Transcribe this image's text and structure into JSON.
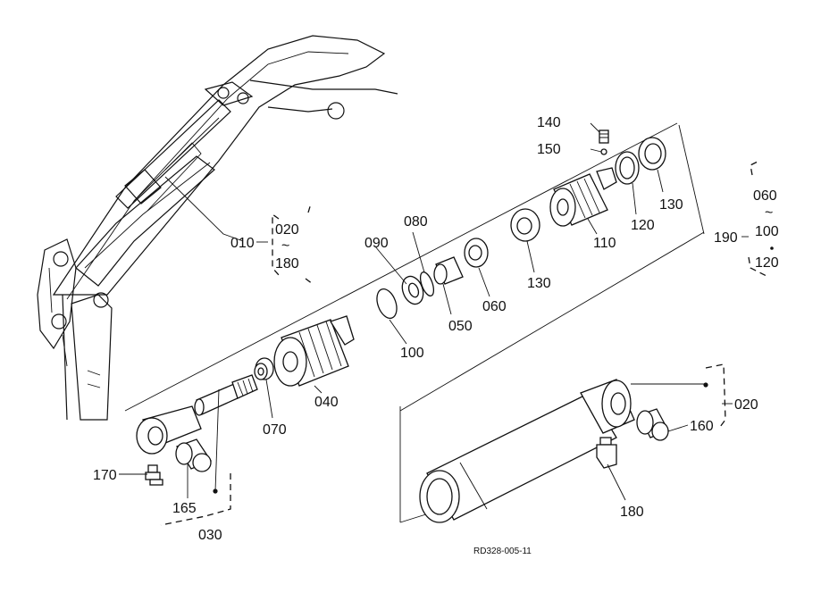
{
  "parts": {
    "p010": "010",
    "p020a": "020",
    "tilde_a": "~",
    "p180a": "180",
    "p030": "030",
    "p040": "040",
    "p050": "050",
    "p060a": "060",
    "p070": "070",
    "p080": "080",
    "p090": "090",
    "p100a": "100",
    "p110": "110",
    "p120a": "120",
    "p130a": "130",
    "p130b": "130",
    "p140": "140",
    "p150": "150",
    "p160": "160",
    "p165": "165",
    "p170": "170",
    "p180b": "180",
    "p020b": "020",
    "p190": "190",
    "p060b": "060",
    "tilde_b": "~",
    "p100b": "100",
    "p120b": "120"
  },
  "drawing_code": "RD328-005-11"
}
